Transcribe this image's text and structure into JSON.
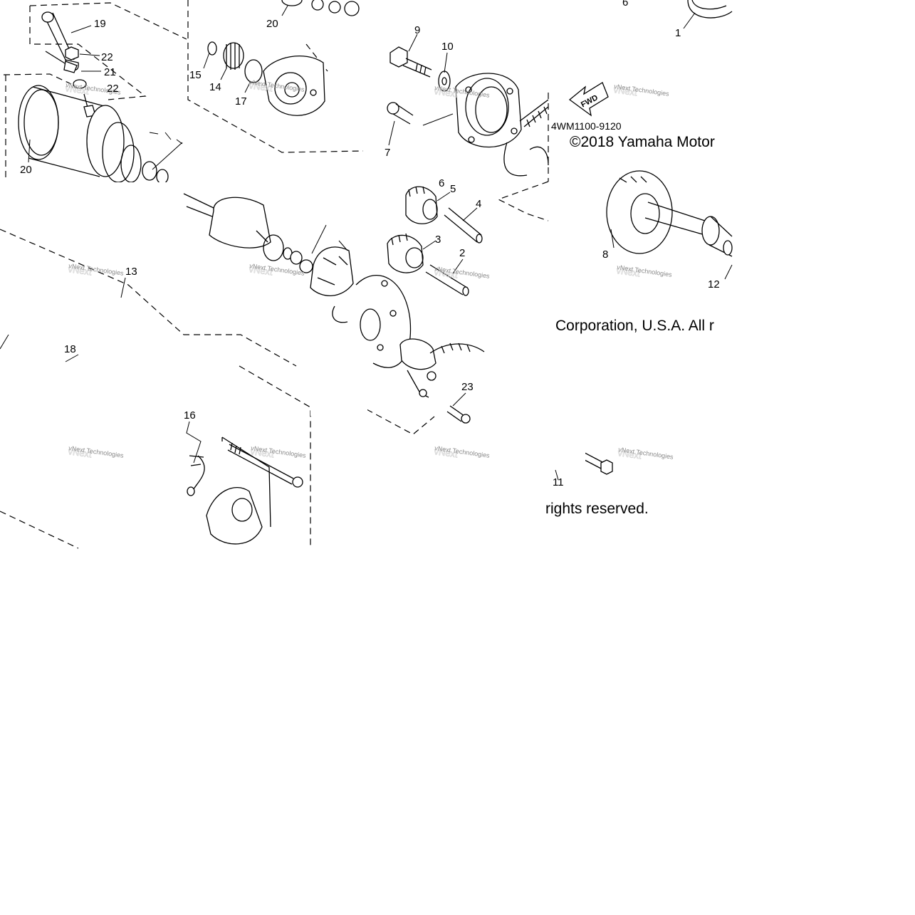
{
  "diagram": {
    "callouts": [
      "19",
      "22",
      "21",
      "22",
      "20",
      "15",
      "14",
      "17",
      "20",
      "9",
      "10",
      "7",
      "6",
      "5",
      "4",
      "3",
      "2",
      "1",
      "6",
      "8",
      "12",
      "13",
      "18",
      "23",
      "16",
      "11"
    ],
    "fwd_label": "FWD",
    "part_code": "4WM1100-9120",
    "copyright_line1": "©2018 Yamaha Motor",
    "copyright_line2": "Corporation, U.S.A. All r",
    "copyright_line3": "rights reserved.",
    "watermark": "vNext Technologies"
  }
}
